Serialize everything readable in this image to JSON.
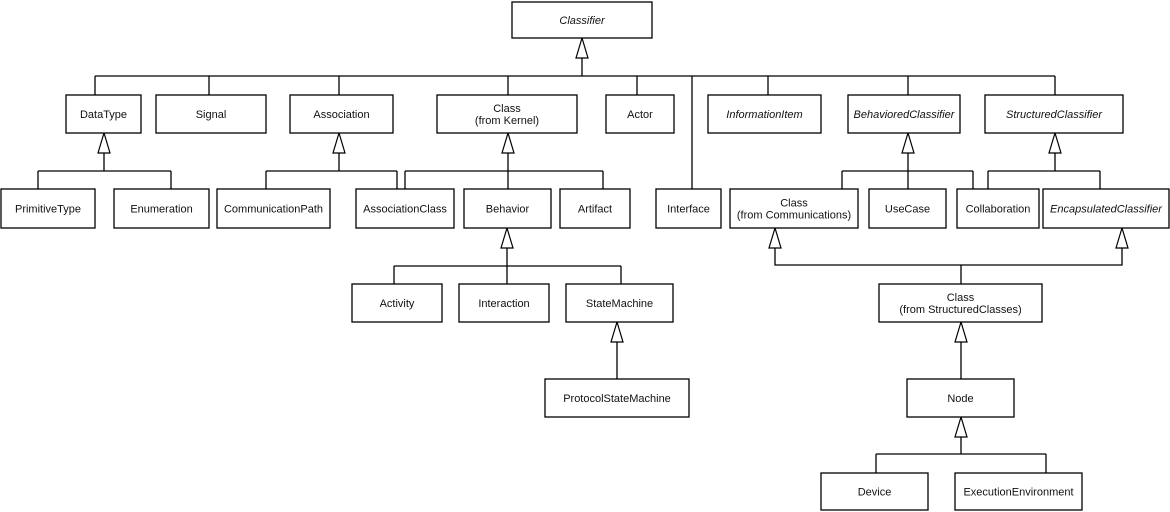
{
  "diagram": {
    "type": "uml-class-hierarchy",
    "nodes": [
      {
        "id": "classifier",
        "lines": [
          "Classifier"
        ],
        "abstract": true
      },
      {
        "id": "datatype",
        "lines": [
          "DataType"
        ],
        "abstract": false
      },
      {
        "id": "signal",
        "lines": [
          "Signal"
        ],
        "abstract": false
      },
      {
        "id": "association",
        "lines": [
          "Association"
        ],
        "abstract": false
      },
      {
        "id": "class-kernel",
        "lines": [
          "Class",
          "(from Kernel)"
        ],
        "abstract": false
      },
      {
        "id": "actor",
        "lines": [
          "Actor"
        ],
        "abstract": false
      },
      {
        "id": "informationitem",
        "lines": [
          "InformationItem"
        ],
        "abstract": true
      },
      {
        "id": "behavioredclassifier",
        "lines": [
          "BehavioredClassifier"
        ],
        "abstract": true
      },
      {
        "id": "structuredclassifier",
        "lines": [
          "StructuredClassifier"
        ],
        "abstract": true
      },
      {
        "id": "primitivetype",
        "lines": [
          "PrimitiveType"
        ],
        "abstract": false
      },
      {
        "id": "enumeration",
        "lines": [
          "Enumeration"
        ],
        "abstract": false
      },
      {
        "id": "communicationpath",
        "lines": [
          "CommunicationPath"
        ],
        "abstract": false
      },
      {
        "id": "associationclass",
        "lines": [
          "AssociationClass"
        ],
        "abstract": false
      },
      {
        "id": "behavior",
        "lines": [
          "Behavior"
        ],
        "abstract": false
      },
      {
        "id": "artifact",
        "lines": [
          "Artifact"
        ],
        "abstract": false
      },
      {
        "id": "interface",
        "lines": [
          "Interface"
        ],
        "abstract": false
      },
      {
        "id": "class-communications",
        "lines": [
          "Class",
          "(from Communications)"
        ],
        "abstract": false
      },
      {
        "id": "usecase",
        "lines": [
          "UseCase"
        ],
        "abstract": false
      },
      {
        "id": "collaboration",
        "lines": [
          "Collaboration"
        ],
        "abstract": false
      },
      {
        "id": "encapsulatedclassifier",
        "lines": [
          "EncapsulatedClassifier"
        ],
        "abstract": true
      },
      {
        "id": "activity",
        "lines": [
          "Activity"
        ],
        "abstract": false
      },
      {
        "id": "interaction",
        "lines": [
          "Interaction"
        ],
        "abstract": false
      },
      {
        "id": "statemachine",
        "lines": [
          "StateMachine"
        ],
        "abstract": false
      },
      {
        "id": "protocolstatemachine",
        "lines": [
          "ProtocolStateMachine"
        ],
        "abstract": false
      },
      {
        "id": "class-structuredclasses",
        "lines": [
          "Class",
          "(from StructuredClasses)"
        ],
        "abstract": false
      },
      {
        "id": "node",
        "lines": [
          "Node"
        ],
        "abstract": false
      },
      {
        "id": "device",
        "lines": [
          "Device"
        ],
        "abstract": false
      },
      {
        "id": "executionenvironment",
        "lines": [
          "ExecutionEnvironment"
        ],
        "abstract": false
      }
    ],
    "generalizations": [
      {
        "parent": "classifier",
        "children": [
          "datatype",
          "signal",
          "association",
          "class-kernel",
          "actor",
          "interface",
          "informationitem",
          "behavioredclassifier",
          "structuredclassifier"
        ]
      },
      {
        "parent": "datatype",
        "children": [
          "primitivetype",
          "enumeration"
        ]
      },
      {
        "parent": "association",
        "children": [
          "communicationpath",
          "associationclass"
        ]
      },
      {
        "parent": "class-kernel",
        "children": [
          "associationclass",
          "behavior",
          "artifact"
        ]
      },
      {
        "parent": "behavioredclassifier",
        "children": [
          "class-communications",
          "usecase",
          "collaboration"
        ]
      },
      {
        "parent": "structuredclassifier",
        "children": [
          "collaboration",
          "encapsulatedclassifier"
        ]
      },
      {
        "parent": "behavior",
        "children": [
          "activity",
          "interaction",
          "statemachine"
        ]
      },
      {
        "parent": "statemachine",
        "children": [
          "protocolstatemachine"
        ]
      },
      {
        "parent": "class-communications",
        "children": [
          "class-structuredclasses"
        ]
      },
      {
        "parent": "encapsulatedclassifier",
        "children": [
          "class-structuredclasses"
        ]
      },
      {
        "parent": "class-structuredclasses",
        "children": [
          "node"
        ]
      },
      {
        "parent": "node",
        "children": [
          "device",
          "executionenvironment"
        ]
      }
    ]
  }
}
